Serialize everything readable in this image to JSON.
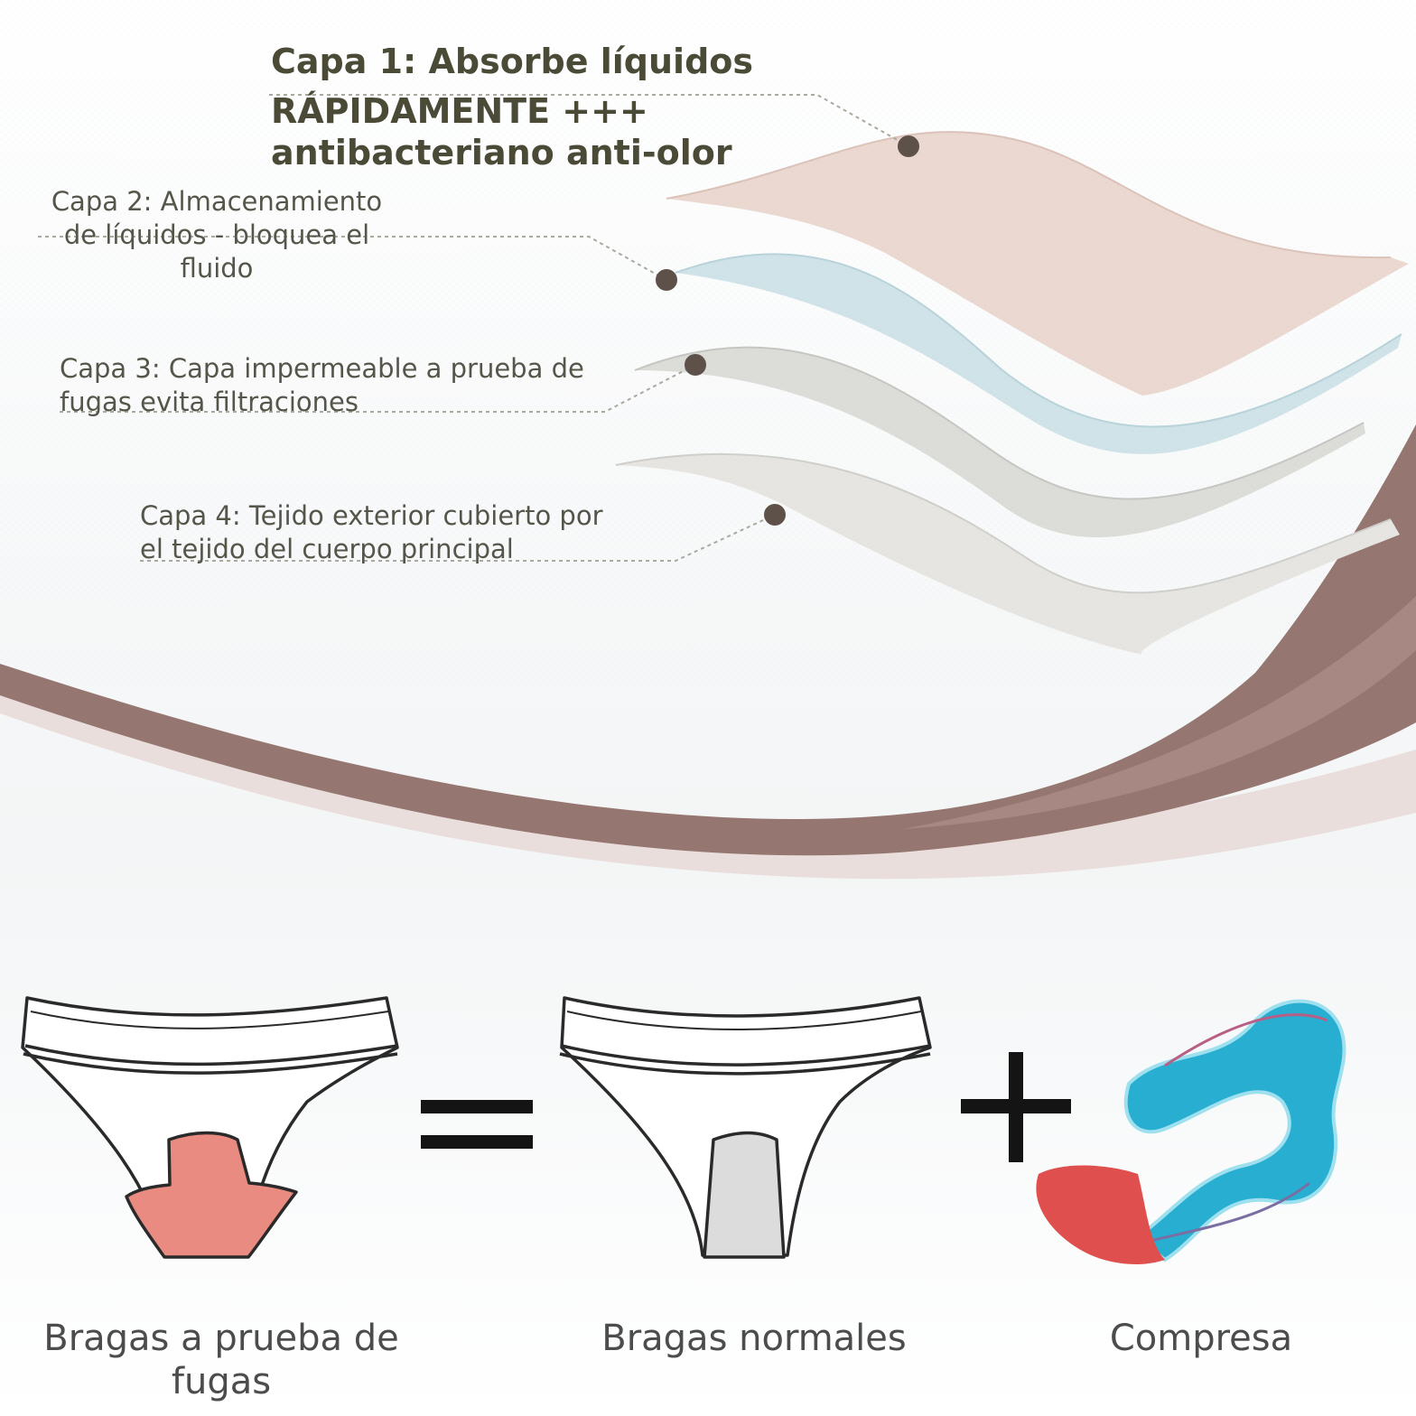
{
  "layers": {
    "layer1_line1": "Capa 1: Absorbe líquidos",
    "layer1_line2": "RÁPIDAMENTE +++ antibacteriano anti-olor",
    "layer2": "Capa 2: Almacenamiento de líquidos - bloquea el fluido",
    "layer3": "Capa 3: Capa impermeable a prueba de fugas evita filtraciones",
    "layer4": "Capa 4: Tejido exterior cubierto por el tejido del cuerpo principal"
  },
  "equation": {
    "leakproof_caption": "Bragas a prueba de fugas",
    "normal_caption": "Bragas normales",
    "pad_caption": "Compresa"
  },
  "colors": {
    "title_text": "#4a4a36",
    "label_text": "#55554a",
    "swoosh": "#957670",
    "layer1": "#ead8d1",
    "layer2": "#cfe3e8",
    "layer3": "#dcdcd8",
    "layer4": "#e6e5e1",
    "crotch_leakproof": "#e98b80",
    "crotch_normal": "#dcdcdc",
    "pad_wings": "#27aed1",
    "pad_front": "#df4f4d"
  }
}
